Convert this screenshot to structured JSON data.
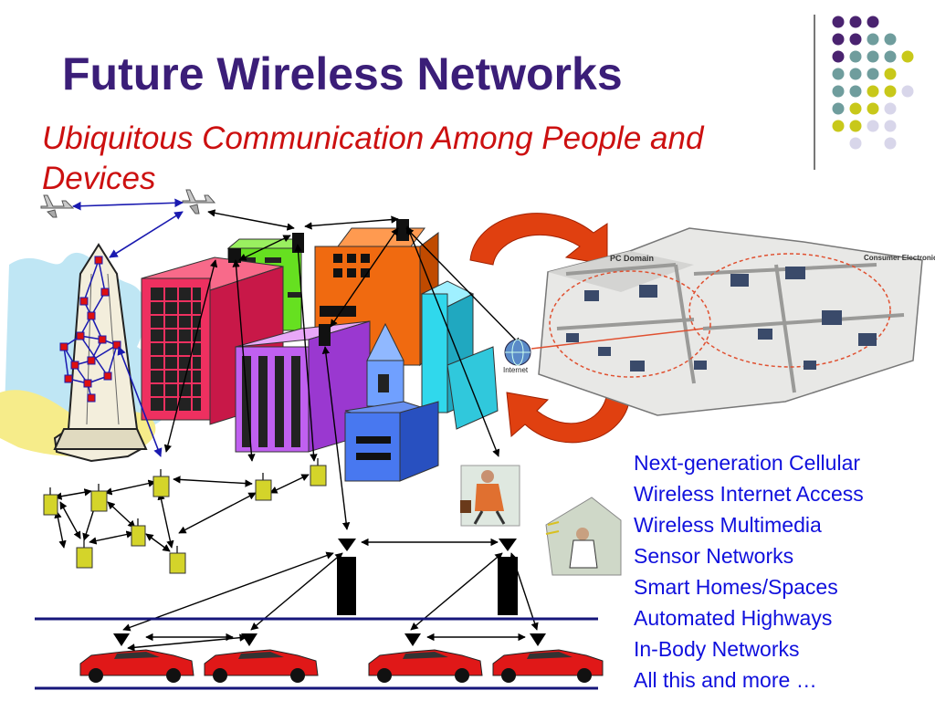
{
  "slide": {
    "title": "Future Wireless Networks",
    "subtitle": "Ubiquitous Communication Among People and Devices"
  },
  "applications": [
    "Next-generation Cellular",
    "Wireless Internet Access",
    "Wireless Multimedia",
    "Sensor Networks",
    "Smart Homes/Spaces",
    "Automated Highways",
    "In-Body Networks",
    "All this and more …"
  ],
  "diagram": {
    "pc_domain_label": "PC Domain",
    "consumer_electronics_label": "Consumer Electronics Domain",
    "internet_label": "Internet"
  },
  "colors": {
    "title": "#3b1e78",
    "subtitle": "#cc1010",
    "list": "#1010dd",
    "dot_purple": "#4a2370",
    "dot_teal": "#6f9d9d",
    "dot_yellow": "#c8c81a",
    "dot_lavender": "#d8d6ea"
  }
}
